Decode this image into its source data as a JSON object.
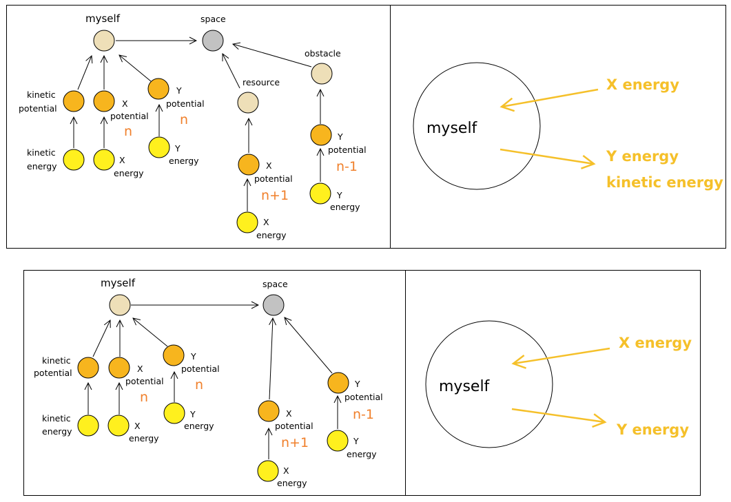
{
  "colors": {
    "self": "#eedfb8",
    "space": "#c2c2c2",
    "potential": "#f7b51e",
    "energy": "#fff01e",
    "number_text": "#f07f2a",
    "energy_arrow": "#f5c02a"
  },
  "top": {
    "myself": "myself",
    "space": "space",
    "resource": "resource",
    "obstacle": "obstacle",
    "kinetic_potential": [
      "kinetic",
      "potential"
    ],
    "kinetic_energy": [
      "kinetic",
      "energy"
    ],
    "x_potential": [
      "X",
      "potential"
    ],
    "x_potential_n": "n",
    "x_energy": [
      "X",
      "energy"
    ],
    "y_potential": [
      "Y",
      "potential"
    ],
    "y_potential_n": "n",
    "y_energy": [
      "Y",
      "energy"
    ],
    "res_x_potential": [
      "X",
      "potential"
    ],
    "res_x_potential_n": "n+1",
    "res_x_energy": [
      "X",
      "energy"
    ],
    "obs_y_potential": [
      "Y",
      "potential"
    ],
    "obs_y_potential_n": "n-1",
    "obs_y_energy": [
      "Y",
      "energy"
    ],
    "right_myself": "myself",
    "right_x_energy": "X energy",
    "right_y_energy": "Y energy",
    "right_kinetic_energy": "kinetic energy"
  },
  "bottom": {
    "myself": "myself",
    "space": "space",
    "kinetic_potential": [
      "kinetic",
      "potential"
    ],
    "kinetic_energy": [
      "kinetic",
      "energy"
    ],
    "x_potential": [
      "X",
      "potential"
    ],
    "x_potential_n": "n",
    "x_energy": [
      "X",
      "energy"
    ],
    "y_potential": [
      "Y",
      "potential"
    ],
    "y_potential_n": "n",
    "y_energy": [
      "Y",
      "energy"
    ],
    "res_x_potential": [
      "X",
      "potential"
    ],
    "res_x_potential_n": "n+1",
    "res_x_energy": [
      "X",
      "energy"
    ],
    "obs_y_potential": [
      "Y",
      "potential"
    ],
    "obs_y_potential_n": "n-1",
    "obs_y_energy": [
      "Y",
      "energy"
    ],
    "right_myself": "myself",
    "right_x_energy": "X energy",
    "right_y_energy": "Y energy"
  }
}
